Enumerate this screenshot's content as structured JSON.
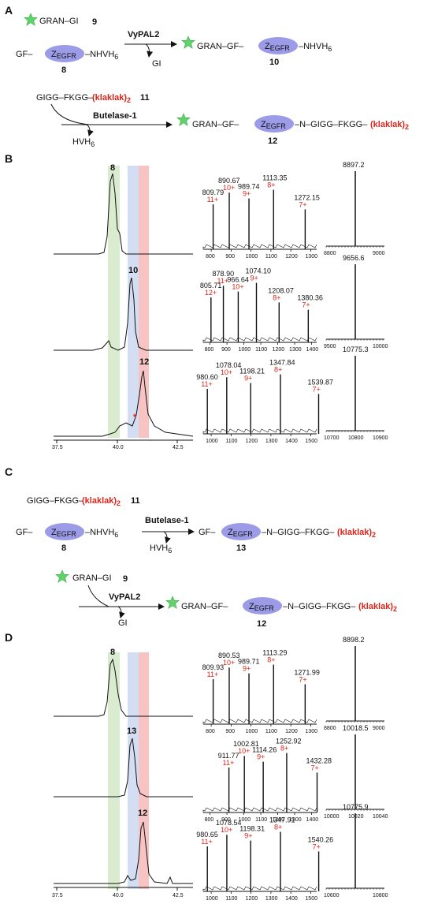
{
  "panels": {
    "a": "A",
    "b": "B",
    "c": "C",
    "d": "D"
  },
  "labels": {
    "gran_gi": "GRAN–GI",
    "gf": "GF–",
    "z": "Z",
    "egfr": "EGFR",
    "nhvh": "–NHVH",
    "six": "6",
    "gran_gf": "GRAN–GF–",
    "n_gigg": "–N–GIGG–FKGG–",
    "klaklak": "(klaklak)",
    "two": "2",
    "gigg_fkgg": "GIGG–FKGG–",
    "gi": "GI",
    "hvh": "HVH",
    "vypal2": "VyPAL2",
    "butelase": "Butelase-1"
  },
  "compounds": {
    "c8": "8",
    "c9": "9",
    "c10": "10",
    "c11": "11",
    "c12": "12",
    "c13": "13"
  },
  "axis_ticks": [
    "37.5",
    "40.0",
    "42.5"
  ],
  "star_marker": "*",
  "b_spectra": [
    {
      "peaks": [
        {
          "mz": "809.79",
          "z": "11+"
        },
        {
          "mz": "890.67",
          "z": "10+"
        },
        {
          "mz": "989.74",
          "z": "9+"
        },
        {
          "mz": "1113.35",
          "z": "8+"
        },
        {
          "mz": "1272.15",
          "z": "7+"
        }
      ],
      "ticks": [
        "800",
        "900",
        "1000",
        "1100",
        "1200",
        "1300"
      ],
      "mass": "8897.2",
      "mass_ticks": [
        "8800",
        "9000"
      ]
    },
    {
      "peaks": [
        {
          "mz": "805.71",
          "z": "12+"
        },
        {
          "mz": "878.90",
          "z": "11+"
        },
        {
          "mz": "966.64",
          "z": "10+"
        },
        {
          "mz": "1074.10",
          "z": "9+"
        },
        {
          "mz": "1208.07",
          "z": "8+"
        },
        {
          "mz": "1380.36",
          "z": "7+"
        }
      ],
      "ticks": [
        "800",
        "900",
        "1000",
        "1100",
        "1200",
        "1300",
        "1400"
      ],
      "mass": "9656.6",
      "mass_ticks": [
        "9500",
        "10000"
      ]
    },
    {
      "peaks": [
        {
          "mz": "980.60",
          "z": "11+"
        },
        {
          "mz": "1078.04",
          "z": "10+"
        },
        {
          "mz": "1198.21",
          "z": "9+"
        },
        {
          "mz": "1347.84",
          "z": "8+"
        },
        {
          "mz": "1539.87",
          "z": "7+"
        }
      ],
      "ticks": [
        "1000",
        "1100",
        "1200",
        "1300",
        "1400",
        "1500"
      ],
      "mass": "10775.3",
      "mass_ticks": [
        "10700",
        "10800",
        "10900"
      ]
    }
  ],
  "d_spectra": [
    {
      "peaks": [
        {
          "mz": "809.93",
          "z": "11+"
        },
        {
          "mz": "890.53",
          "z": "10+"
        },
        {
          "mz": "989.71",
          "z": "9+"
        },
        {
          "mz": "1113.29",
          "z": "8+"
        },
        {
          "mz": "1271.99",
          "z": "7+"
        }
      ],
      "ticks": [
        "800",
        "900",
        "1000",
        "1100",
        "1200",
        "1300"
      ],
      "mass": "8898.2",
      "mass_ticks": [
        "8800",
        "9000"
      ]
    },
    {
      "peaks": [
        {
          "mz": "911.77",
          "z": "11+"
        },
        {
          "mz": "1002.81",
          "z": "10+"
        },
        {
          "mz": "1114.26",
          "z": "9+"
        },
        {
          "mz": "1252.92",
          "z": "8+"
        },
        {
          "mz": "1432.28",
          "z": "7+"
        }
      ],
      "ticks": [
        "800",
        "900",
        "1000",
        "1100",
        "1200",
        "1300",
        "1400"
      ],
      "mass": "10018.5",
      "mass_ticks": [
        "10000",
        "10020",
        "10040"
      ]
    },
    {
      "peaks": [
        {
          "mz": "980.65",
          "z": "11+"
        },
        {
          "mz": "1078.54",
          "z": "10+"
        },
        {
          "mz": "1198.31",
          "z": "9+"
        },
        {
          "mz": "1347.91",
          "z": "8+"
        },
        {
          "mz": "1540.26",
          "z": "7+"
        }
      ],
      "ticks": [
        "1000",
        "1100",
        "1200",
        "1300",
        "1400",
        "1500"
      ],
      "mass": "10775.9",
      "mass_ticks": [
        "10600",
        "10800"
      ]
    }
  ]
}
